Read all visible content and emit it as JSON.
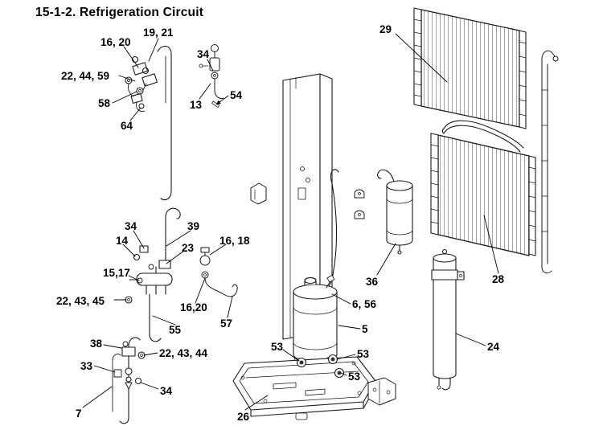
{
  "title": "15-1-2.  Refrigeration Circuit",
  "colors": {
    "ink": "#1a1a1a",
    "background": "#ffffff"
  },
  "figure": {
    "type": "exploded-parts-diagram",
    "subject": "refrigeration circuit components"
  },
  "callouts": [
    {
      "label": "29"
    },
    {
      "label": "19, 21"
    },
    {
      "label": "16, 20"
    },
    {
      "label": "34"
    },
    {
      "label": "22, 44, 59"
    },
    {
      "label": "58"
    },
    {
      "label": "13"
    },
    {
      "label": "54"
    },
    {
      "label": "64"
    },
    {
      "label": "34"
    },
    {
      "label": "39"
    },
    {
      "label": "14"
    },
    {
      "label": "23"
    },
    {
      "label": "16, 18"
    },
    {
      "label": "15,17"
    },
    {
      "label": "22, 43, 45"
    },
    {
      "label": "16,20"
    },
    {
      "label": "57"
    },
    {
      "label": "55"
    },
    {
      "label": "38"
    },
    {
      "label": "22, 43, 44"
    },
    {
      "label": "33"
    },
    {
      "label": "34"
    },
    {
      "label": "7"
    },
    {
      "label": "53"
    },
    {
      "label": "53"
    },
    {
      "label": "53"
    },
    {
      "label": "26"
    },
    {
      "label": "6, 56"
    },
    {
      "label": "5"
    },
    {
      "label": "36"
    },
    {
      "label": "28"
    },
    {
      "label": "24"
    }
  ]
}
